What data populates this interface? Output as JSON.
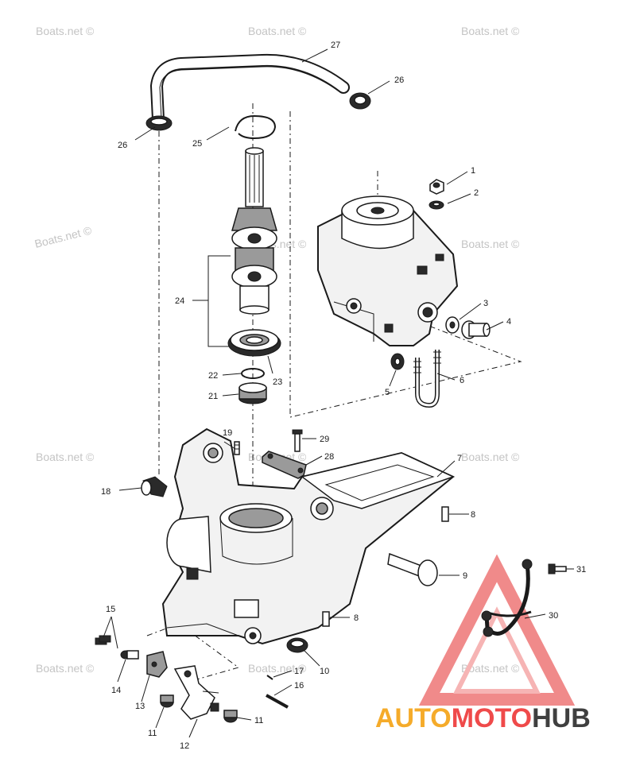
{
  "watermark": "Boats.net ©",
  "brand": {
    "part1": "AUTO",
    "part2": "MOTO",
    "part3": "HUB"
  },
  "colors": {
    "brand_orange": "#f5ab2a",
    "brand_red": "#ef4a4a",
    "brand_gray": "#3f3f3f",
    "watermark_gray": "#c4c4c4",
    "triangle_red": "#f08a8a"
  },
  "parts": {
    "p1": "1",
    "p2": "2",
    "p3": "3",
    "p4": "4",
    "p5": "5",
    "p6": "6",
    "p7": "7",
    "p8a": "8",
    "p8b": "8",
    "p9": "9",
    "p10": "10",
    "p11a": "11",
    "p11b": "11",
    "p12": "12",
    "p13": "13",
    "p14": "14",
    "p15": "15",
    "p16": "16",
    "p17": "17",
    "p18": "18",
    "p19": "19",
    "p21": "21",
    "p22": "22",
    "p23": "23",
    "p24": "24",
    "p25": "25",
    "p26a": "26",
    "p26b": "26",
    "p27": "27",
    "p28": "28",
    "p29": "29",
    "p30": "30",
    "p31": "31"
  }
}
